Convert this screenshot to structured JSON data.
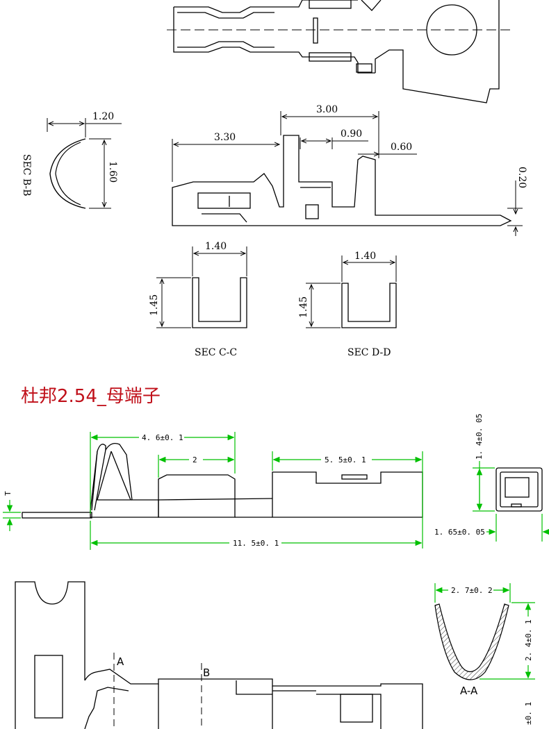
{
  "top_drawing": {
    "dims": {
      "sec_bb_width": "1.20",
      "sec_bb_height": "1.60",
      "overall": "3.00",
      "left": "3.30",
      "mid": "0.90",
      "right": "0.60",
      "thickness": "0.20",
      "cc_width": "1.40",
      "cc_height": "1.45",
      "dd_width": "1.40",
      "dd_height": "1.45"
    },
    "labels": {
      "sec_bb": "SEC B-B",
      "sec_cc": "SEC C-C",
      "sec_dd": "SEC D-D"
    }
  },
  "title": "杜邦2.54_母端子",
  "bottom_drawing": {
    "dims": {
      "top_left": "4. 6±0. 1",
      "top_mid": "2",
      "top_right": "5. 5±0. 1",
      "overall": "11. 5±0. 1",
      "side_height": "1. 4±0. 05",
      "side_width": "1. 65±0. 05",
      "aa_width": "2. 7±0. 2",
      "aa_height": "2. 4±0. 1",
      "bottom_edge": "±0. 1",
      "t_label": "T"
    },
    "labels": {
      "a_marker": "A",
      "b_marker": "B",
      "aa_section": "A-A"
    }
  }
}
